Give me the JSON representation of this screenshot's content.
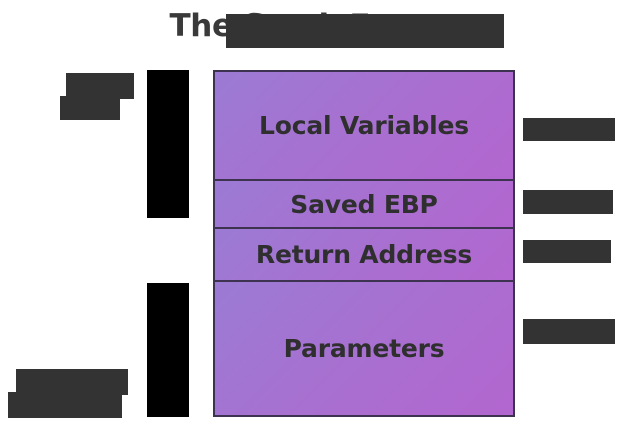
{
  "diagram": {
    "title": "The Stack Frame",
    "title_redacted": true,
    "background_color": "#ffffff",
    "accent_color": "#a96fd0",
    "border_color": "#3d3350",
    "text_color": "#3a3a3a",
    "redaction_color": "#333333",
    "arrow_redaction_color": "#000000"
  },
  "stack": {
    "slots": [
      {
        "label": "Local Variables",
        "right_note": "",
        "right_note_redacted": true
      },
      {
        "label": "Saved EBP",
        "right_note": "",
        "right_note_redacted": true
      },
      {
        "label": "Return Address",
        "right_note": "",
        "right_note_redacted": true
      },
      {
        "label": "Parameters",
        "right_note": "",
        "right_note_redacted": true
      }
    ]
  },
  "left_annotations": [
    {
      "name": "stack-growth",
      "line1": "",
      "line2": "",
      "redacted": true
    },
    {
      "name": "higher-addresses",
      "line1": "",
      "line2": "",
      "redacted": true
    }
  ],
  "arrows": [
    {
      "name": "arrow-up",
      "redacted": true
    },
    {
      "name": "arrow-down",
      "redacted": true
    }
  ]
}
